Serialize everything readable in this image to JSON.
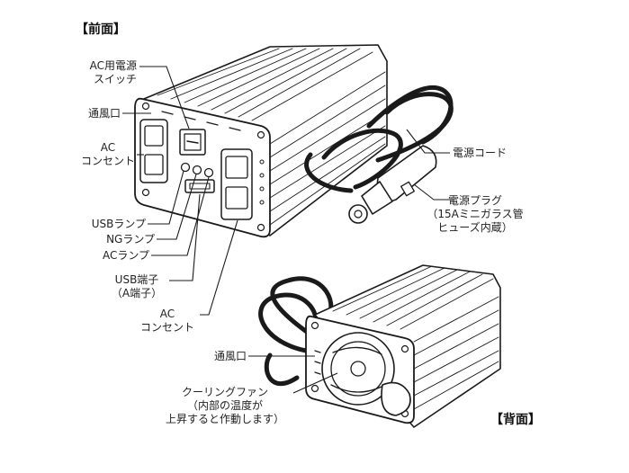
{
  "headers": {
    "front": "【前面】",
    "back": "【背面】"
  },
  "front_labels": {
    "ac_switch": [
      "AC用電源",
      "スイッチ"
    ],
    "vent": "通風口",
    "ac_outlet_left": [
      "AC",
      "コンセント"
    ],
    "usb_lamp": "USBランプ",
    "ng_lamp": "NGランプ",
    "ac_lamp": "ACランプ",
    "usb_port": [
      "USB端子",
      "（A端子）"
    ],
    "ac_outlet_right": [
      "AC",
      "コンセント"
    ],
    "power_cord": "電源コード",
    "power_plug": [
      "電源プラグ",
      "（15Aミニガラス管",
      "ヒューズ内蔵）"
    ]
  },
  "back_labels": {
    "vent": "通風口",
    "cooling_fan": [
      "クーリングファン",
      "（内部の温度が",
      "上昇すると作動します）"
    ]
  },
  "colors": {
    "ink": "#1a1a1a",
    "background": "#ffffff"
  }
}
